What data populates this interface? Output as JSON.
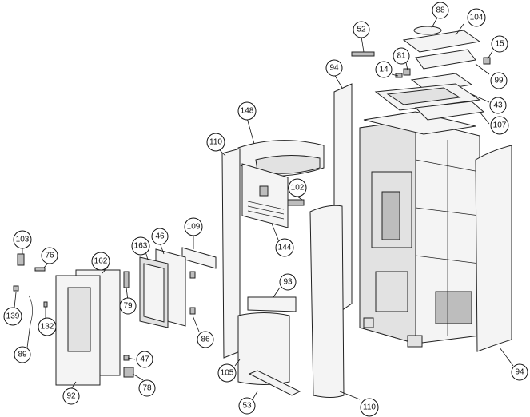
{
  "callouts": [
    {
      "label": "88"
    },
    {
      "label": "104"
    },
    {
      "label": "52"
    },
    {
      "label": "15"
    },
    {
      "label": "81"
    },
    {
      "label": "14"
    },
    {
      "label": "99"
    },
    {
      "label": "94"
    },
    {
      "label": "43"
    },
    {
      "label": "107"
    },
    {
      "label": "148"
    },
    {
      "label": "110"
    },
    {
      "label": "102"
    },
    {
      "label": "109"
    },
    {
      "label": "46"
    },
    {
      "label": "163"
    },
    {
      "label": "162"
    },
    {
      "label": "103"
    },
    {
      "label": "76"
    },
    {
      "label": "144"
    },
    {
      "label": "93"
    },
    {
      "label": "79"
    },
    {
      "label": "139"
    },
    {
      "label": "132"
    },
    {
      "label": "86"
    },
    {
      "label": "89"
    },
    {
      "label": "47"
    },
    {
      "label": "105"
    },
    {
      "label": "78"
    },
    {
      "label": "92"
    },
    {
      "label": "53"
    },
    {
      "label": "110"
    },
    {
      "label": "94"
    }
  ]
}
